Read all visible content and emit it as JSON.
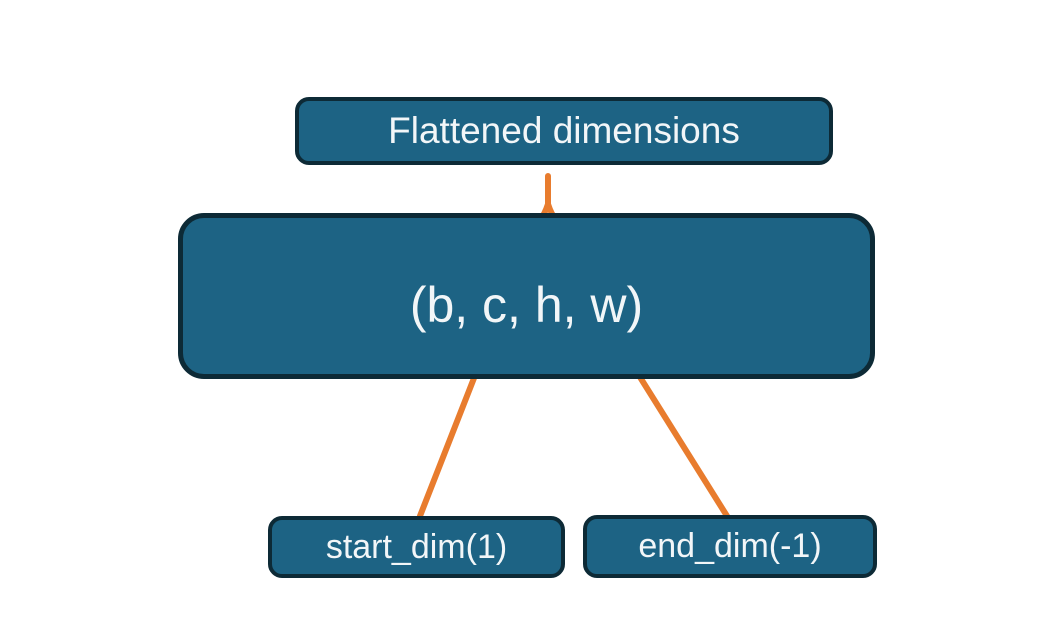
{
  "theme": {
    "background": "#ffffff",
    "node-fill": "#1d6384",
    "node-border": "#0d2a36",
    "connector-orange": "#e87c2e",
    "text-white": "#f2f6f8"
  },
  "nodes": {
    "flattened": {
      "label": "Flattened dimensions"
    },
    "tensor": {
      "label": "(b, c, h, w)"
    },
    "start_dim": {
      "label": "start_dim(1)"
    },
    "end_dim": {
      "label": "end_dim(-1)"
    }
  }
}
